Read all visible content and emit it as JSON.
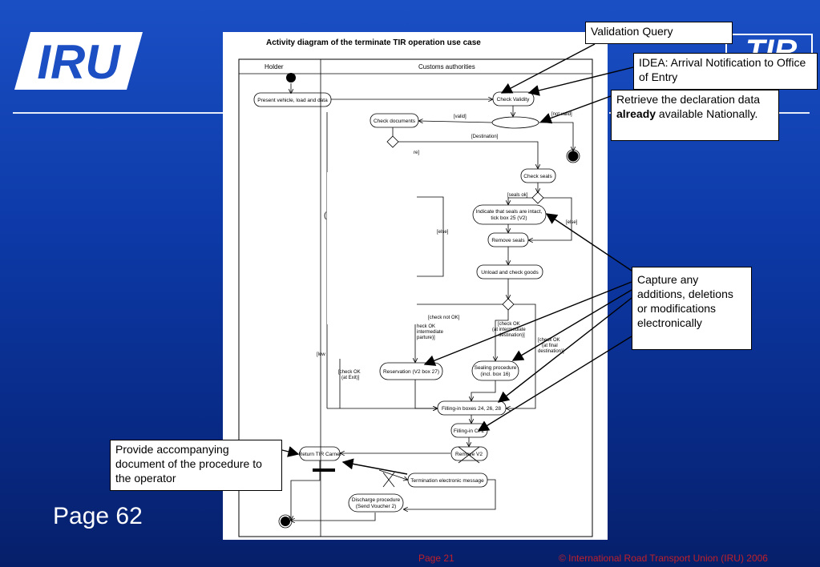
{
  "logo": {
    "text": "IRU",
    "brand_color": "#1d4fc4"
  },
  "tir_logo_text": "TIR",
  "diagram": {
    "title": "Activity diagram of the terminate TIR operation use case",
    "swimlanes": [
      "Holder",
      "Customs authorities"
    ],
    "activities": {
      "present_vehicle": "Present vehicle, load and data",
      "check_validity": "Check Validity",
      "check_documents": "Check documents",
      "check_seals": "Check seals",
      "indicate_seals_1": "Indicate that seals are intact,",
      "indicate_seals_2": "tick box 25 (V2)",
      "remove_seals": "Remove seals",
      "unload_check": "Unload and check goods",
      "reservation": "Reservation (V2 box 27)",
      "sealing_1": "Sealing procedure",
      "sealing_2": "(incl. box 16)",
      "filling_boxes": "Filling-in boxes 24, 26, 28",
      "filling_cf2": "Filling-in CF2",
      "remove_v2": "Remove V2",
      "return_carnet": "Return TIR Carnet",
      "termination_msg": "Termination electronic message",
      "discharge_1": "Discharge procedure",
      "discharge_2": "(Send Voucher 2)"
    },
    "guards": {
      "valid": "[valid]",
      "not_valid": "[not valid]",
      "destination": "[Destination]",
      "seals_ok": "[seals ok]",
      "else1": "[else]",
      "else2": "[else]",
      "check_not_ok": "[check not OK]",
      "check_ok_intermediate_1": "[check OK",
      "check_ok_intermediate_2": "(at intermediate",
      "check_ok_intermediate_3": "destination)]",
      "check_ok_final_1": "[check OK",
      "check_ok_final_2": "(at final",
      "check_ok_final_3": "destination)]",
      "check_ok_exit_1": "[check OK",
      "check_ok_exit_2": "(at Exit)]",
      "left_frag_1": "heck OK",
      "left_frag_2": "intermediate",
      "left_frag_3": "parture)]",
      "low_frag": "[low",
      "re_frag": "re]",
      "paren_frag": "("
    }
  },
  "callouts": {
    "validation_query": "Validation Query",
    "idea_arrival": "IDEA: Arrival Notification to Office of Entry",
    "retrieve_pre": "Retrieve the declaration data ",
    "retrieve_bold": "already",
    "retrieve_post": " available Nationally.",
    "capture": "Capture any additions, deletions or modifications electronically",
    "provide": "Provide accompanying document of the procedure to the operator"
  },
  "page_label": "Page  62",
  "footer": {
    "page": "Page 21",
    "copyright": "© International Road Transport Union (IRU) 2006",
    "color": "#c0202a"
  }
}
